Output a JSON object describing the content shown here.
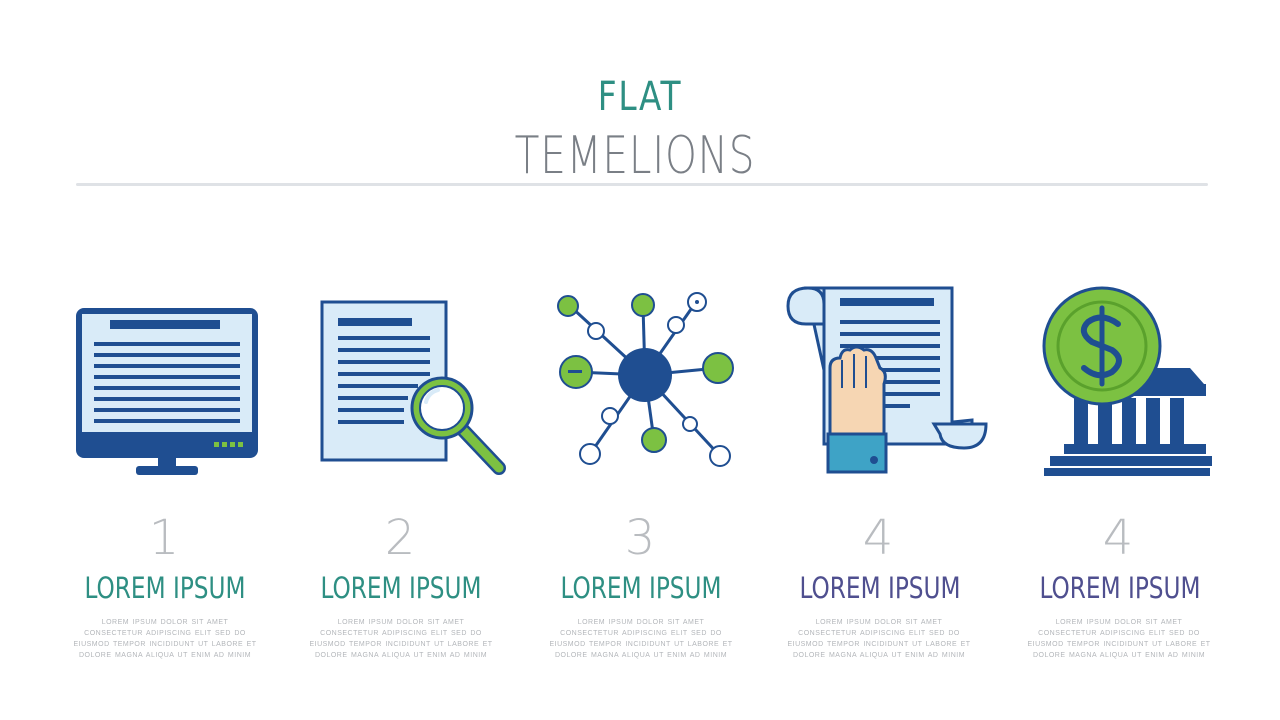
{
  "header": {
    "title_line1": "FLAT",
    "title_line2": "TEMELIONS"
  },
  "colors": {
    "teal": "#2e8f83",
    "navy": "#1f4e91",
    "green": "#7cc142",
    "light_blue": "#d9ebf8",
    "purple_text": "#4f4f8f",
    "gray_text": "#7a7f86"
  },
  "items": [
    {
      "number": "1",
      "heading": "LOREM IPSUM",
      "heading_color": "#2e8f83",
      "icon": "monitor-icon",
      "text": "LOREM IPSUM DOLOR SIT AMET CONSECTETUR ADIPISCING ELIT SED DO EIUSMOD TEMPOR INCIDIDUNT UT LABORE ET DOLORE MAGNA ALIQUA UT ENIM AD MINIM"
    },
    {
      "number": "2",
      "heading": "LOREM IPSUM",
      "heading_color": "#2e8f83",
      "icon": "document-search-icon",
      "text": "LOREM IPSUM DOLOR SIT AMET CONSECTETUR ADIPISCING ELIT SED DO EIUSMOD TEMPOR INCIDIDUNT UT LABORE ET DOLORE MAGNA ALIQUA UT ENIM AD MINIM"
    },
    {
      "number": "3",
      "heading": "LOREM IPSUM",
      "heading_color": "#2e8f83",
      "icon": "network-icon",
      "text": "LOREM IPSUM DOLOR SIT AMET CONSECTETUR ADIPISCING ELIT SED DO EIUSMOD TEMPOR INCIDIDUNT UT LABORE ET DOLORE MAGNA ALIQUA UT ENIM AD MINIM"
    },
    {
      "number": "4",
      "heading": "LOREM IPSUM",
      "heading_color": "#4f4f8f",
      "icon": "contract-sign-icon",
      "text": "LOREM IPSUM DOLOR SIT AMET CONSECTETUR ADIPISCING ELIT SED DO EIUSMOD TEMPOR INCIDIDUNT UT LABORE ET DOLORE MAGNA ALIQUA UT ENIM AD MINIM"
    },
    {
      "number": "4",
      "heading": "LOREM IPSUM",
      "heading_color": "#4f4f8f",
      "icon": "bank-dollar-icon",
      "text": "LOREM IPSUM DOLOR SIT AMET CONSECTETUR ADIPISCING ELIT SED DO EIUSMOD TEMPOR INCIDIDUNT UT LABORE ET DOLORE MAGNA ALIQUA UT ENIM AD MINIM"
    }
  ]
}
